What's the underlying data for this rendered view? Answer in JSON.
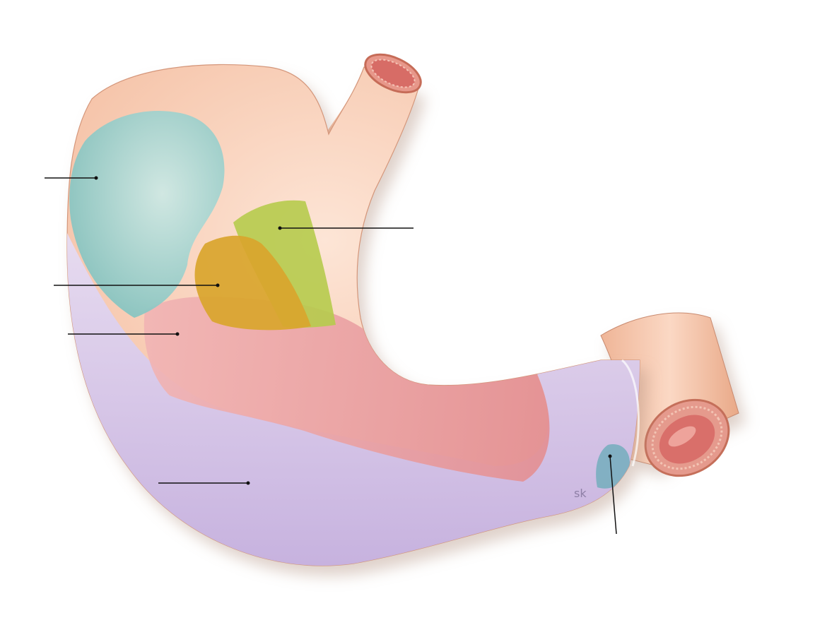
{
  "diagram": {
    "signature": "sk",
    "callouts": [
      {
        "id": "callout-fundus-zone",
        "label": "",
        "color": "#6fbdb9"
      },
      {
        "id": "callout-cardia-upper-zone",
        "label": "",
        "color": "#b3c94b"
      },
      {
        "id": "callout-cardia-lower-zone",
        "label": "",
        "color": "#d9a62c"
      },
      {
        "id": "callout-body-zone",
        "label": "",
        "color": "#e79a9e"
      },
      {
        "id": "callout-greater-curvature-zone",
        "label": "",
        "color": "#c8b8e6"
      },
      {
        "id": "callout-pylorus-zone",
        "label": "",
        "color": "#79aebf"
      }
    ]
  }
}
